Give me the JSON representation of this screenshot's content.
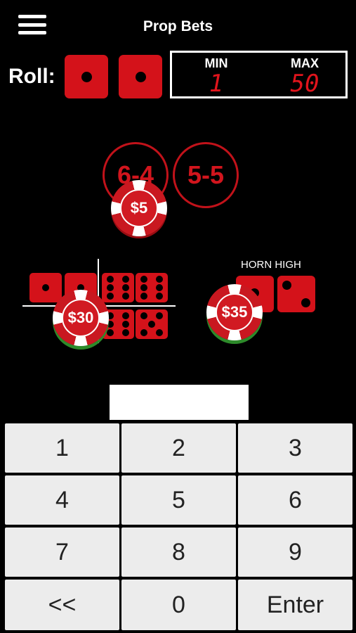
{
  "header": {
    "title": "Prop Bets",
    "menu_icon": "hamburger-menu-icon"
  },
  "roll": {
    "label": "Roll:",
    "dice": [
      1,
      1
    ]
  },
  "limits": {
    "min_label": "MIN",
    "min_value": "1",
    "max_label": "MAX",
    "max_value": "50"
  },
  "bets": {
    "circles": [
      "6-4",
      "5-5"
    ],
    "chip_prop": "$5",
    "chip_hop": "$30",
    "chip_horn": "$35",
    "horn_label": "HORN HIGH"
  },
  "entry": {
    "value": ""
  },
  "keypad": {
    "keys": [
      "1",
      "2",
      "3",
      "4",
      "5",
      "6",
      "7",
      "8",
      "9",
      "<<",
      "0",
      "Enter"
    ]
  },
  "colors": {
    "accent_red": "#d4121a",
    "background": "#000000",
    "key_bg": "#ececec"
  }
}
